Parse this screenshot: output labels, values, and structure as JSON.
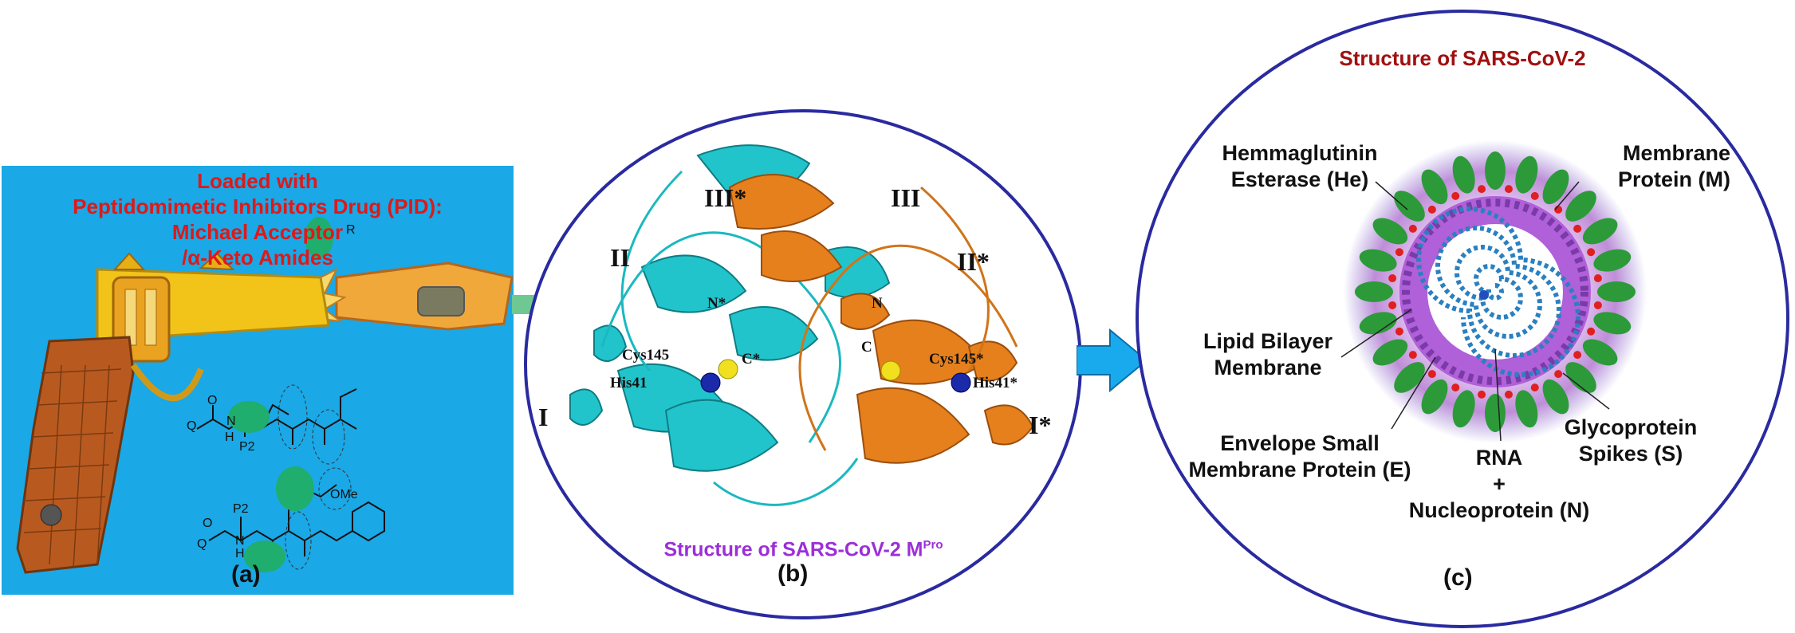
{
  "panel_a": {
    "title_lines": [
      "Loaded with",
      "Peptidomimetic Inhibitors Drug (PID):",
      "Michael Acceptor",
      "/α-Keto Amides"
    ],
    "letter": "(a)",
    "chem_labels": {
      "q1": "Q",
      "o1": "O",
      "h1": "H",
      "n1": "N",
      "p2a": "P2",
      "r": "R",
      "q2": "Q",
      "o2": "O",
      "h2": "H",
      "n2": "N",
      "p2b": "P2",
      "ome": "OMe"
    }
  },
  "panel_b": {
    "title": "Structure of SARS-CoV-2 M",
    "title_sup": "Pro",
    "letter": "(b)",
    "domains": [
      "III*",
      "III",
      "II",
      "II*",
      "I",
      "I*"
    ],
    "residues": [
      "Cys145",
      "His41",
      "Cys145*",
      "His41*",
      "N*",
      "N",
      "C*",
      "C"
    ]
  },
  "panel_c": {
    "title": "Structure of SARS-CoV-2",
    "letter": "(c)",
    "labels": {
      "he": [
        "Hemmaglutinin",
        "Esterase (He)"
      ],
      "m": [
        "Membrane",
        "Protein (M)"
      ],
      "lipid": [
        "Lipid Bilayer",
        "Membrane"
      ],
      "envelope": [
        "Envelope Small",
        "Membrane Protein (E)"
      ],
      "rna": [
        "RNA",
        "+",
        "Nucleoprotein (N)"
      ],
      "spikes": [
        "Glycoprotein",
        "Spikes (S)"
      ]
    }
  },
  "colors": {
    "panel_a_bg": "#1aa8e6",
    "title_red": "#e01818",
    "title_purple": "#9b2fd8",
    "title_darkred": "#a01010",
    "circle_stroke": "#2a2aa0",
    "arrow_green": "#6fc891",
    "arrow_blue": "#19aaee",
    "cyan_protein": "#22c4cc",
    "orange_protein": "#e6801c",
    "spike_green": "#2d9a3a",
    "membrane_purple": "#8b2fb8"
  }
}
